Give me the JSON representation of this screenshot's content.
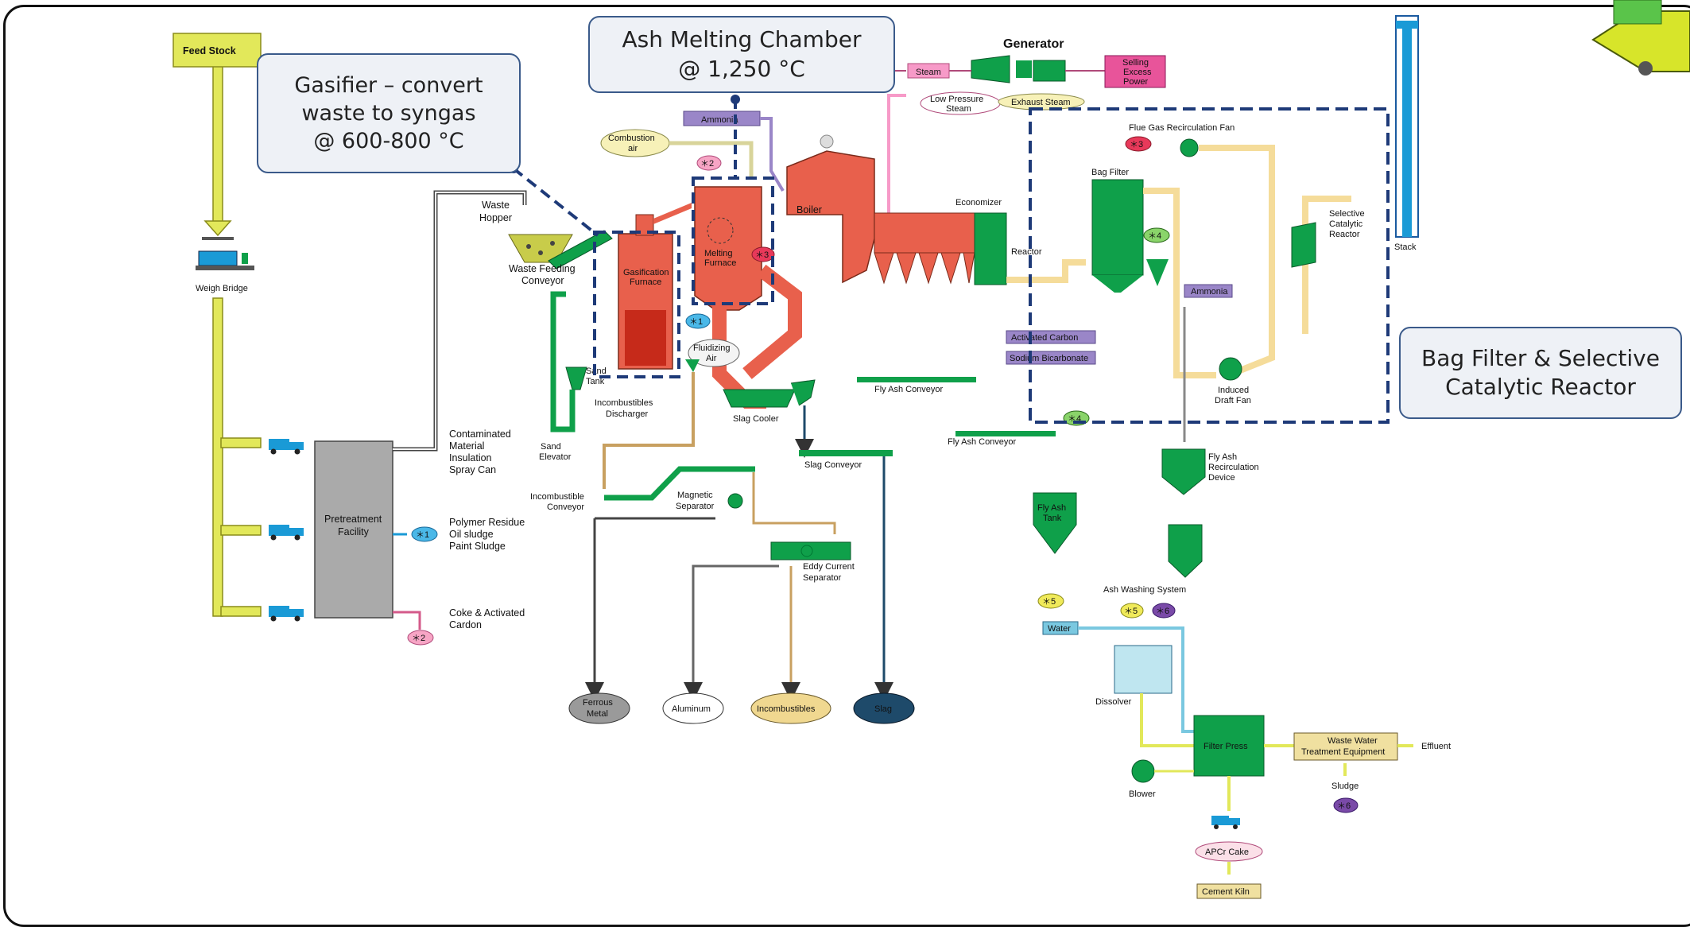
{
  "callouts": {
    "gasifier_line1": "Gasifier – convert",
    "gasifier_line2": "waste to syngas",
    "gasifier_line3": "@ 600-800 °C",
    "ash_melting_line1": "Ash Melting Chamber",
    "ash_melting_line2": "@ 1,250 °C",
    "bag_filter_line1": "Bag Filter & Selective",
    "bag_filter_line2": "Catalytic Reactor"
  },
  "labels": {
    "feed_stock": "Feed Stock",
    "weigh_bridge": "Weigh Bridge",
    "pretreatment_1": "Pretreatment",
    "pretreatment_2": "Facility",
    "contaminated": [
      "Contaminated",
      "Material",
      "Insulation",
      "Spray Can"
    ],
    "polymer": [
      "Polymer Residue",
      "Oil sludge",
      "Paint Sludge"
    ],
    "coke": [
      "Coke & Activated",
      "Cardon"
    ],
    "marker_1": "＊1",
    "marker_2": "＊2",
    "marker_3": "＊3",
    "marker_4": "＊4",
    "marker_5": "＊5",
    "marker_6": "＊6",
    "waste_hopper": [
      "Waste",
      "Hopper"
    ],
    "waste_feeding_conveyor": [
      "Waste Feeding",
      "Conveyor"
    ],
    "combustion_air": [
      "Combustion",
      "air"
    ],
    "ammonia": "Ammonia",
    "gasification_furnace": [
      "Gasification",
      "Furnace"
    ],
    "melting_furnace": [
      "Melting",
      "Furnace"
    ],
    "fluidizing_air": [
      "Fluidizing",
      "Air"
    ],
    "sand_tank": [
      "Sand",
      "Tank"
    ],
    "incombustibles_discharger": [
      "Incombustibles",
      "Discharger"
    ],
    "sand_elevator": [
      "Sand",
      "Elevator"
    ],
    "slag_cooler": "Slag Cooler",
    "slag_conveyor": "Slag Conveyor",
    "incombustible_conveyor": [
      "Incombustible",
      "Conveyor"
    ],
    "magnetic_separator": [
      "Magnetic",
      "Separator"
    ],
    "eddy_current_separator": [
      "Eddy Current",
      "Separator"
    ],
    "ferrous_metal": [
      "Ferrous",
      "Metal"
    ],
    "aluminum": "Aluminum",
    "incombustibles": "Incombustibles",
    "slag": "Slag",
    "boiler": "Boiler",
    "steam": "Steam",
    "generator": "Generator",
    "low_pressure_steam": [
      "Low Pressure",
      "Steam"
    ],
    "exhaust_steam": "Exhaust Steam",
    "selling_power": [
      "Selling",
      "Excess",
      "Power"
    ],
    "economizer": "Economizer",
    "fly_ash_conveyor": "Fly Ash Conveyor",
    "reactor": "Reactor",
    "activated_carbon": "Activated Carbon",
    "sodium_bicarbonate": "Sodium Bicarbonate",
    "bag_filter": "Bag Filter",
    "flue_gas_fan": "Flue Gas Recirculation Fan",
    "selective_catalytic_reactor": [
      "Selective",
      "Catalytic",
      "Reactor"
    ],
    "stack": "Stack",
    "induced_draft_fan": [
      "Induced",
      "Draft Fan"
    ],
    "fly_ash_recirc": [
      "Fly Ash",
      "Recirculation",
      "Device"
    ],
    "fly_ash_tank": [
      "Fly Ash",
      "Tank"
    ],
    "ash_washing_system": "Ash Washing System",
    "water": "Water",
    "dissolver": "Dissolver",
    "filter_press": "Filter Press",
    "blower": "Blower",
    "waste_water_treatment": [
      "Waste Water",
      "Treatment Equipment"
    ],
    "effluent": "Effluent",
    "sludge": "Sludge",
    "apcr_cake": "APCr Cake",
    "cement_kiln": "Cement Kiln"
  },
  "colors": {
    "equipment_green": "#0fa04a",
    "furnace_red": "#e8604c",
    "flow_yellow": "#e2e85a",
    "flow_cream": "#f5dc9a",
    "ammonia_purple": "#9a86c8",
    "callout_border": "#3a5a8a",
    "dashed_blue": "#1e3a78",
    "truck_blue": "#1a9ad6"
  }
}
